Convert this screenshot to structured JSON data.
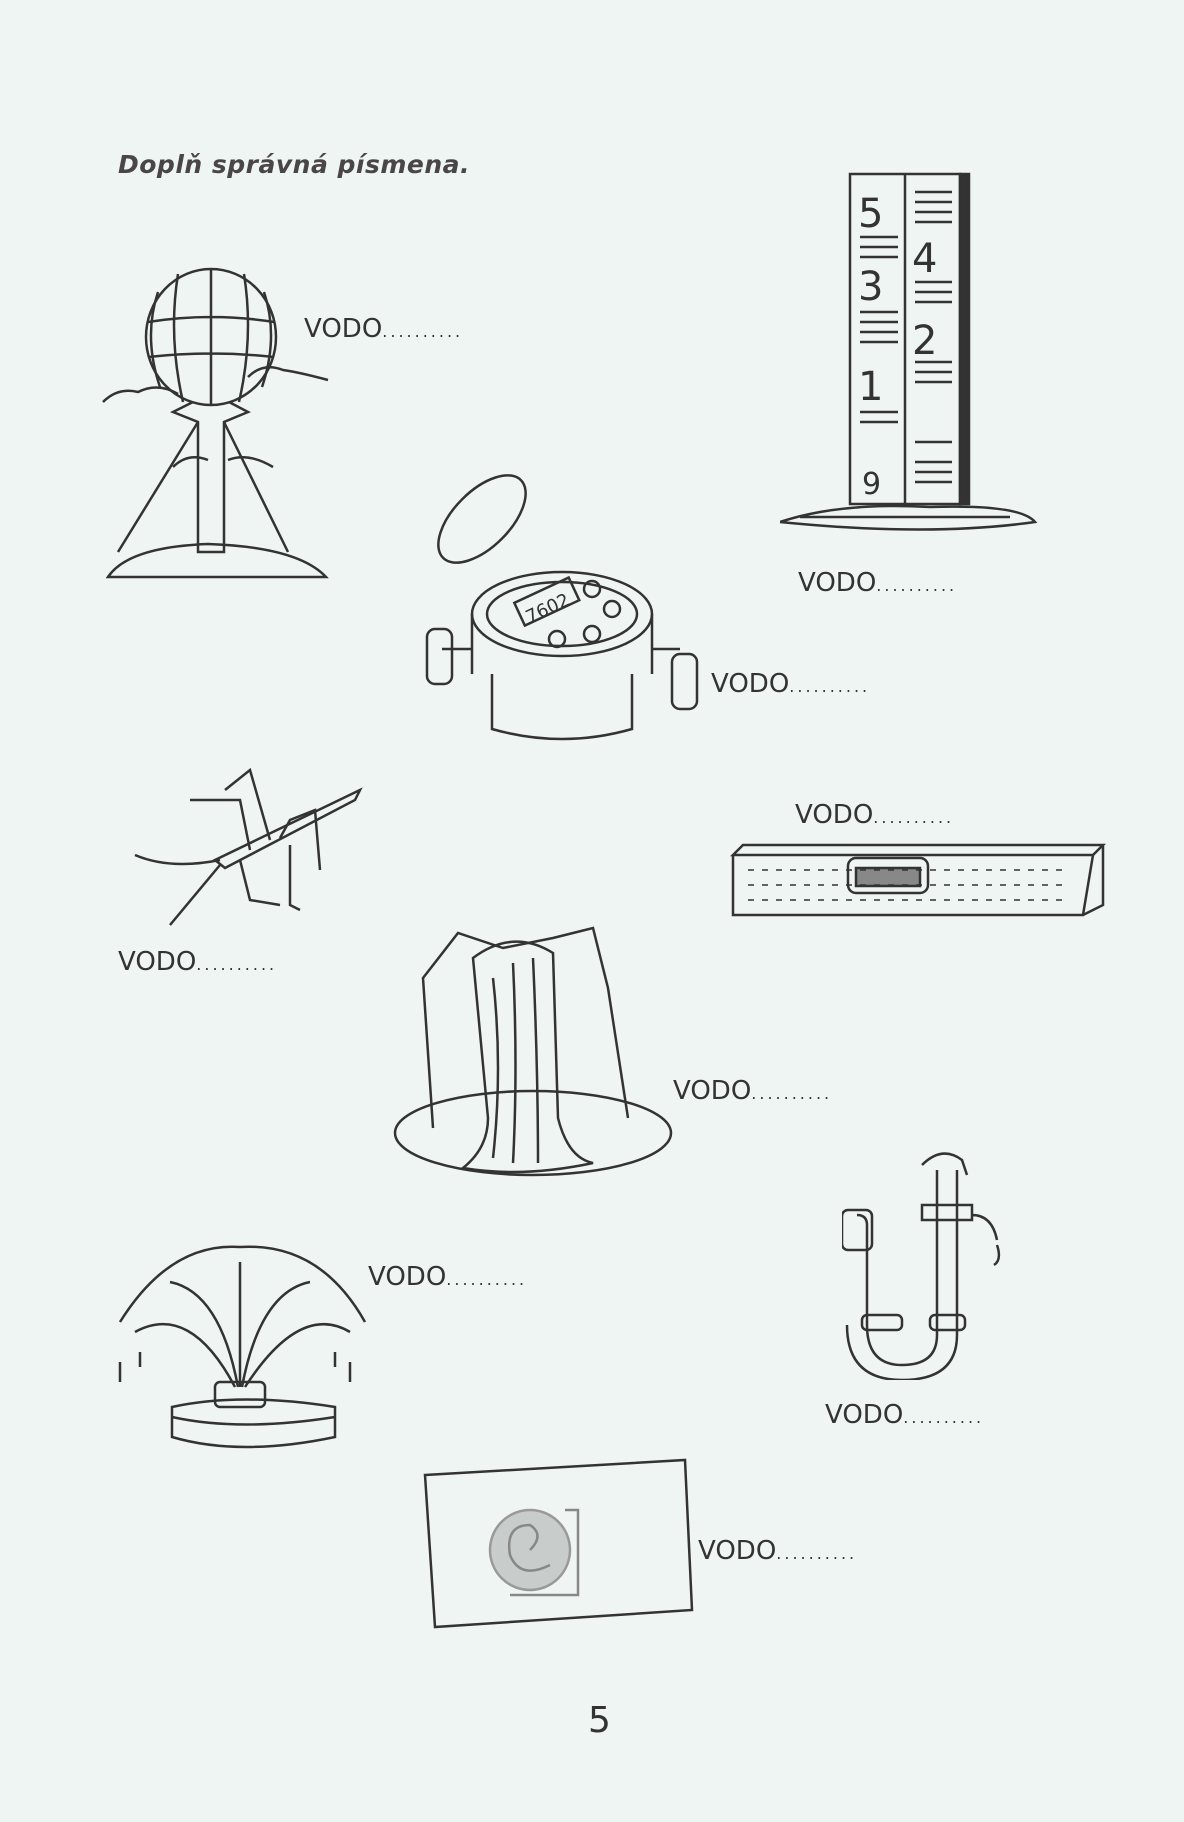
{
  "instruction": "Doplň správná písmena.",
  "items": [
    {
      "picture": "water-tower",
      "prefix": "VODO",
      "blank": ".........."
    },
    {
      "picture": "water-gauge",
      "prefix": "VODO",
      "blank": ".........."
    },
    {
      "picture": "water-meter",
      "prefix": "VODO",
      "blank": ".........."
    },
    {
      "picture": "water-strider",
      "prefix": "VODO",
      "blank": ".........."
    },
    {
      "picture": "spirit-level",
      "prefix": "VODO",
      "blank": ".........."
    },
    {
      "picture": "waterfall",
      "prefix": "VODO",
      "blank": ".........."
    },
    {
      "picture": "fountain",
      "prefix": "VODO",
      "blank": ".........."
    },
    {
      "picture": "water-pipe",
      "prefix": "VODO",
      "blank": ".........."
    },
    {
      "picture": "watermark",
      "prefix": "VODO",
      "blank": ".........."
    }
  ],
  "gauge_numbers": [
    "5",
    "4",
    "3",
    "2",
    "1",
    "9"
  ],
  "meter_reading": "7602",
  "page_number": "5"
}
